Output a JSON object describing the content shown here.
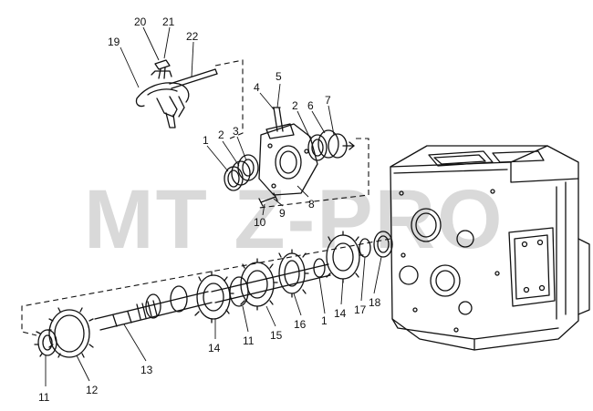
{
  "watermark": "MT Z-PRO",
  "callouts": [
    "1",
    "2",
    "3",
    "4",
    "5",
    "2",
    "6",
    "7",
    "8",
    "9",
    "10",
    "19",
    "20",
    "21",
    "22",
    "11",
    "12",
    "13",
    "14",
    "11",
    "15",
    "16",
    "1",
    "14",
    "17",
    "18"
  ],
  "colors": {
    "ink": "#111111",
    "watermark": "#d9d9d9",
    "background": "#ffffff"
  }
}
